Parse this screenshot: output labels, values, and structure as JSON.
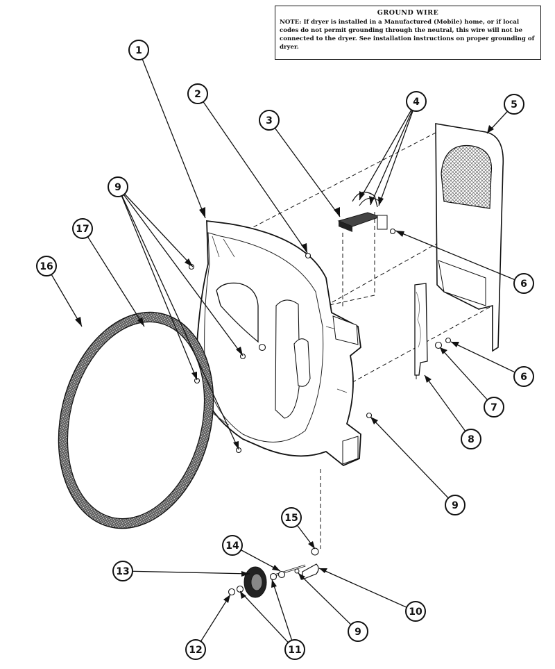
{
  "note": {
    "title": "GROUND WIRE",
    "label": "NOTE:",
    "text": "If dryer is installed in a Manufactured (Mobile) home, or if local codes do not permit grounding through the neutral, this wire will not be connected to the dryer. See installation instructions on proper grounding of dryer."
  },
  "callouts": [
    {
      "id": "c1",
      "label": "1"
    },
    {
      "id": "c2",
      "label": "2"
    },
    {
      "id": "c3",
      "label": "3"
    },
    {
      "id": "c4",
      "label": "4"
    },
    {
      "id": "c5",
      "label": "5"
    },
    {
      "id": "c6a",
      "label": "6"
    },
    {
      "id": "c6b",
      "label": "6"
    },
    {
      "id": "c7",
      "label": "7"
    },
    {
      "id": "c8",
      "label": "8"
    },
    {
      "id": "c9a",
      "label": "9"
    },
    {
      "id": "c9b",
      "label": "9"
    },
    {
      "id": "c9c",
      "label": "9"
    },
    {
      "id": "c10",
      "label": "10"
    },
    {
      "id": "c11",
      "label": "11"
    },
    {
      "id": "c12",
      "label": "12"
    },
    {
      "id": "c13",
      "label": "13"
    },
    {
      "id": "c14",
      "label": "14"
    },
    {
      "id": "c15",
      "label": "15"
    },
    {
      "id": "c16",
      "label": "16"
    },
    {
      "id": "c17",
      "label": "17"
    }
  ]
}
